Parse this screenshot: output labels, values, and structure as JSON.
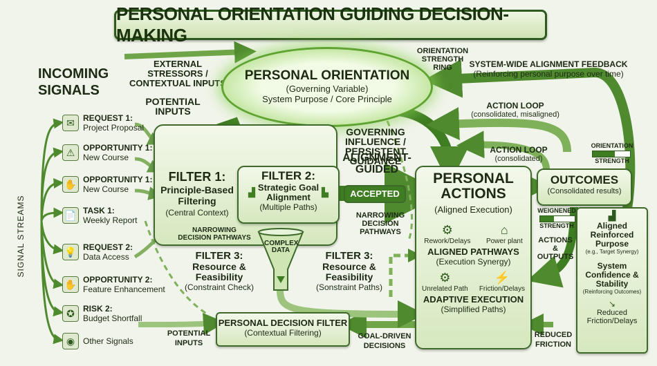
{
  "title": "PERSONAL ORIENTATION GUIDING DECISION-MAKING",
  "incoming": "INCOMING SIGNALS",
  "signal_streams": "SIGNAL STREAMS",
  "signals": [
    {
      "title": "REQUEST 1:",
      "sub": "Project Proposal",
      "icon": "envelope-icon",
      "glyph": "✉"
    },
    {
      "title": "OPPORTUNITY 1:",
      "sub": "New Course",
      "icon": "warning-icon",
      "glyph": "⚠"
    },
    {
      "title": "OPPORTUNITY 1:",
      "sub": "New Course",
      "icon": "handshake-icon",
      "glyph": "✋"
    },
    {
      "title": "TASK 1:",
      "sub": "Weekly Report",
      "icon": "document-icon",
      "glyph": "📄"
    },
    {
      "title": "REQUEST 2:",
      "sub": "Data Access",
      "icon": "lightbulb-icon",
      "glyph": "💡"
    },
    {
      "title": "OPPORTUNITY 2:",
      "sub": "Feature Enhancement",
      "icon": "handshake-icon",
      "glyph": "✋"
    },
    {
      "title": "RISK 2:",
      "sub": "Budget Shortfall",
      "icon": "badge-icon",
      "glyph": "✪"
    },
    {
      "title": "",
      "sub": "Other Signals",
      "icon": "rss-icon",
      "glyph": "◉"
    }
  ],
  "external": "EXTERNAL STRESSORS / CONTEXTUAL INPUTS",
  "potential_inputs": "POTENTIAL INPUTS",
  "potential_inputs_bottom": "POTENTIAL INPUTS",
  "orientation": {
    "title": "PERSONAL ORIENTATION",
    "sub1": "(Governing Variable)",
    "sub2": "System Purpose / Core Principle"
  },
  "ring_label": "ORIENTATION STRENGTH RING",
  "feedback": {
    "title": "SYSTEM-WIDE ALIGNMENT FEEDBACK",
    "sub": "(Reinforcing personal purpose over time)"
  },
  "action_loop1": {
    "title": "ACTION LOOP",
    "sub": "(consolidated, misaligned)"
  },
  "action_loop2": {
    "title": "ACTION LOOP",
    "sub": "(consolidated)"
  },
  "governing": "GOVERNING INFLUENCE / PERSISTENT GUIDANCE",
  "alignment_guided": "ALIGNMENT-GUIDED",
  "filter1": {
    "title": "FILTER 1:",
    "sub": "Principle-Based Filtering",
    "note": "(Central Context)"
  },
  "filter2": {
    "title": "FILTER 2:",
    "sub": "Strategic Goal Alignment",
    "note": "(Multiple Paths)"
  },
  "accepted": "ACCEPTED",
  "narrowing1": "NARROWING DECISION PATHWAYS",
  "narrowing2": "NARROWING DECISION PATHWAYS",
  "complex_data": "COMPLEX DATA",
  "filter3a": {
    "title": "FILTER 3:",
    "sub": "Resource & Feasibility",
    "note": "(Constraint Check)"
  },
  "filter3b": {
    "title": "FILTER 3:",
    "sub": "Resource & Feasibility",
    "note": "(Sonstraint Paths)"
  },
  "decision_filter": {
    "title": "PERSONAL DECISION FILTER",
    "sub": "(Contextual Filtering)"
  },
  "goal_driven": "GOAL-DRIVEN DECISIONS",
  "actions": {
    "title": "PERSONAL ACTIONS",
    "sub": "(Aligned Execution)",
    "icon1": "Rework/Delays",
    "icon2": "Power plant",
    "aligned": "ALIGNED PATHWAYS",
    "aligned_sub": "(Execution Synergy)",
    "icon3": "Unrelated Path",
    "icon4": "Friction/Delays",
    "adaptive": "ADAPTIVE EXECUTION",
    "adaptive_sub": "(Simplified Paths)"
  },
  "outcomes": {
    "title": "OUTCOMES",
    "sub": "(Consolidated results)"
  },
  "orientation_strength": "ORIENTATION",
  "strength": "STRENGTH",
  "weigened": "WEIGNENED",
  "strength2": "STRENGTH",
  "actions_outputs": "ACTIONS & OUTPUTS",
  "right_panel": {
    "p1": "Aligned Reinforced Purpose",
    "p1s": "(e.g., Target Synergy)",
    "p2": "System Confidence & Stability",
    "p2s": "(Reinforcing Outcomes)",
    "p3": "Reduced Friction/Delays"
  },
  "reduced_friction": "REDUCED FRICTION"
}
